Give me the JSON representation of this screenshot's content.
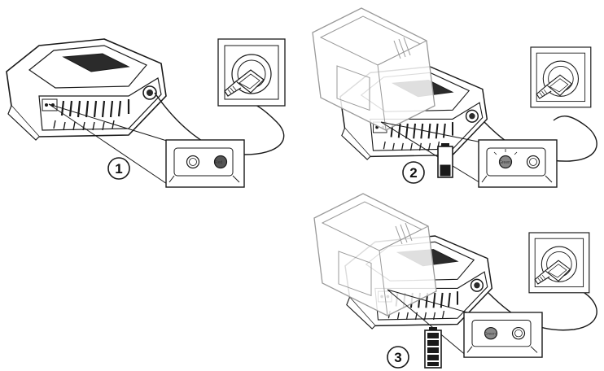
{
  "steps": [
    {
      "number": "1",
      "charger_led_state": "red",
      "battery_attached": false,
      "indicator_led_labels": [
        "",
        "Red"
      ]
    },
    {
      "number": "2",
      "charger_led_state": "charging",
      "battery_attached": true,
      "battery_level": 0.4,
      "indicator_led_labels": [
        "Green",
        ""
      ]
    },
    {
      "number": "3",
      "charger_led_state": "green",
      "battery_attached": true,
      "battery_level": 1.0,
      "indicator_led_labels": [
        "Green",
        ""
      ]
    }
  ],
  "colors": {
    "line": "#1a1a1a",
    "body_fill": "#ffffff",
    "dark_fill": "#2b2b2b",
    "ghost": "#9a9a9a"
  },
  "icons": [
    "charger-icon",
    "wall-socket-icon",
    "power-plug-icon",
    "battery-pack-icon",
    "battery-level-icon"
  ]
}
